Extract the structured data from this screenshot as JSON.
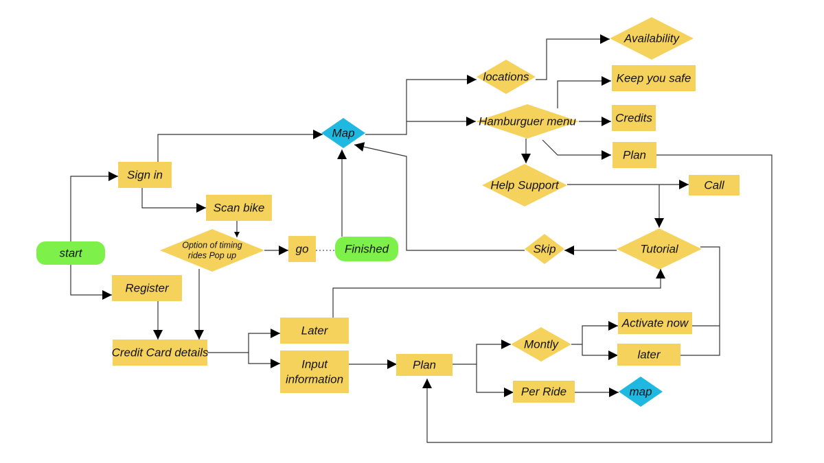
{
  "colors": {
    "rect": "#f5d25c",
    "diamond": "#f5d25c",
    "start": "#7ef04a",
    "map": "#1fb8e0",
    "line": "#333333",
    "arrow": "#000000"
  },
  "nodes": {
    "start": {
      "lines": [
        "start"
      ]
    },
    "sign_in": {
      "lines": [
        "Sign in"
      ]
    },
    "register": {
      "lines": [
        "Register"
      ]
    },
    "scan_bike": {
      "lines": [
        "Scan bike"
      ]
    },
    "timing_popup": {
      "lines": [
        "Option of timing",
        "rides Pop up"
      ]
    },
    "go": {
      "lines": [
        "go"
      ]
    },
    "finished": {
      "lines": [
        "Finished"
      ]
    },
    "credit_card": {
      "lines": [
        "Credit Card details"
      ]
    },
    "later_top": {
      "lines": [
        "Later"
      ]
    },
    "input_info": {
      "lines": [
        "Input",
        "information"
      ]
    },
    "plan_mid": {
      "lines": [
        "Plan"
      ]
    },
    "monthly": {
      "lines": [
        "Montly"
      ]
    },
    "per_ride": {
      "lines": [
        "Per Ride"
      ]
    },
    "map_bottom": {
      "lines": [
        "map"
      ]
    },
    "activate_now": {
      "lines": [
        "Activate now"
      ]
    },
    "later_bottom": {
      "lines": [
        "later"
      ]
    },
    "map_top": {
      "lines": [
        "Map"
      ]
    },
    "locations": {
      "lines": [
        "locations"
      ]
    },
    "availability": {
      "lines": [
        "Availability"
      ]
    },
    "hamburger": {
      "lines": [
        "Hamburguer menu"
      ]
    },
    "keep_safe": {
      "lines": [
        "Keep you safe"
      ]
    },
    "credits": {
      "lines": [
        "Credits"
      ]
    },
    "plan_top": {
      "lines": [
        "Plan"
      ]
    },
    "help_support": {
      "lines": [
        "Help Support"
      ]
    },
    "call": {
      "lines": [
        "Call"
      ]
    },
    "tutorial": {
      "lines": [
        "Tutorial"
      ]
    },
    "skip": {
      "lines": [
        "Skip"
      ]
    }
  }
}
